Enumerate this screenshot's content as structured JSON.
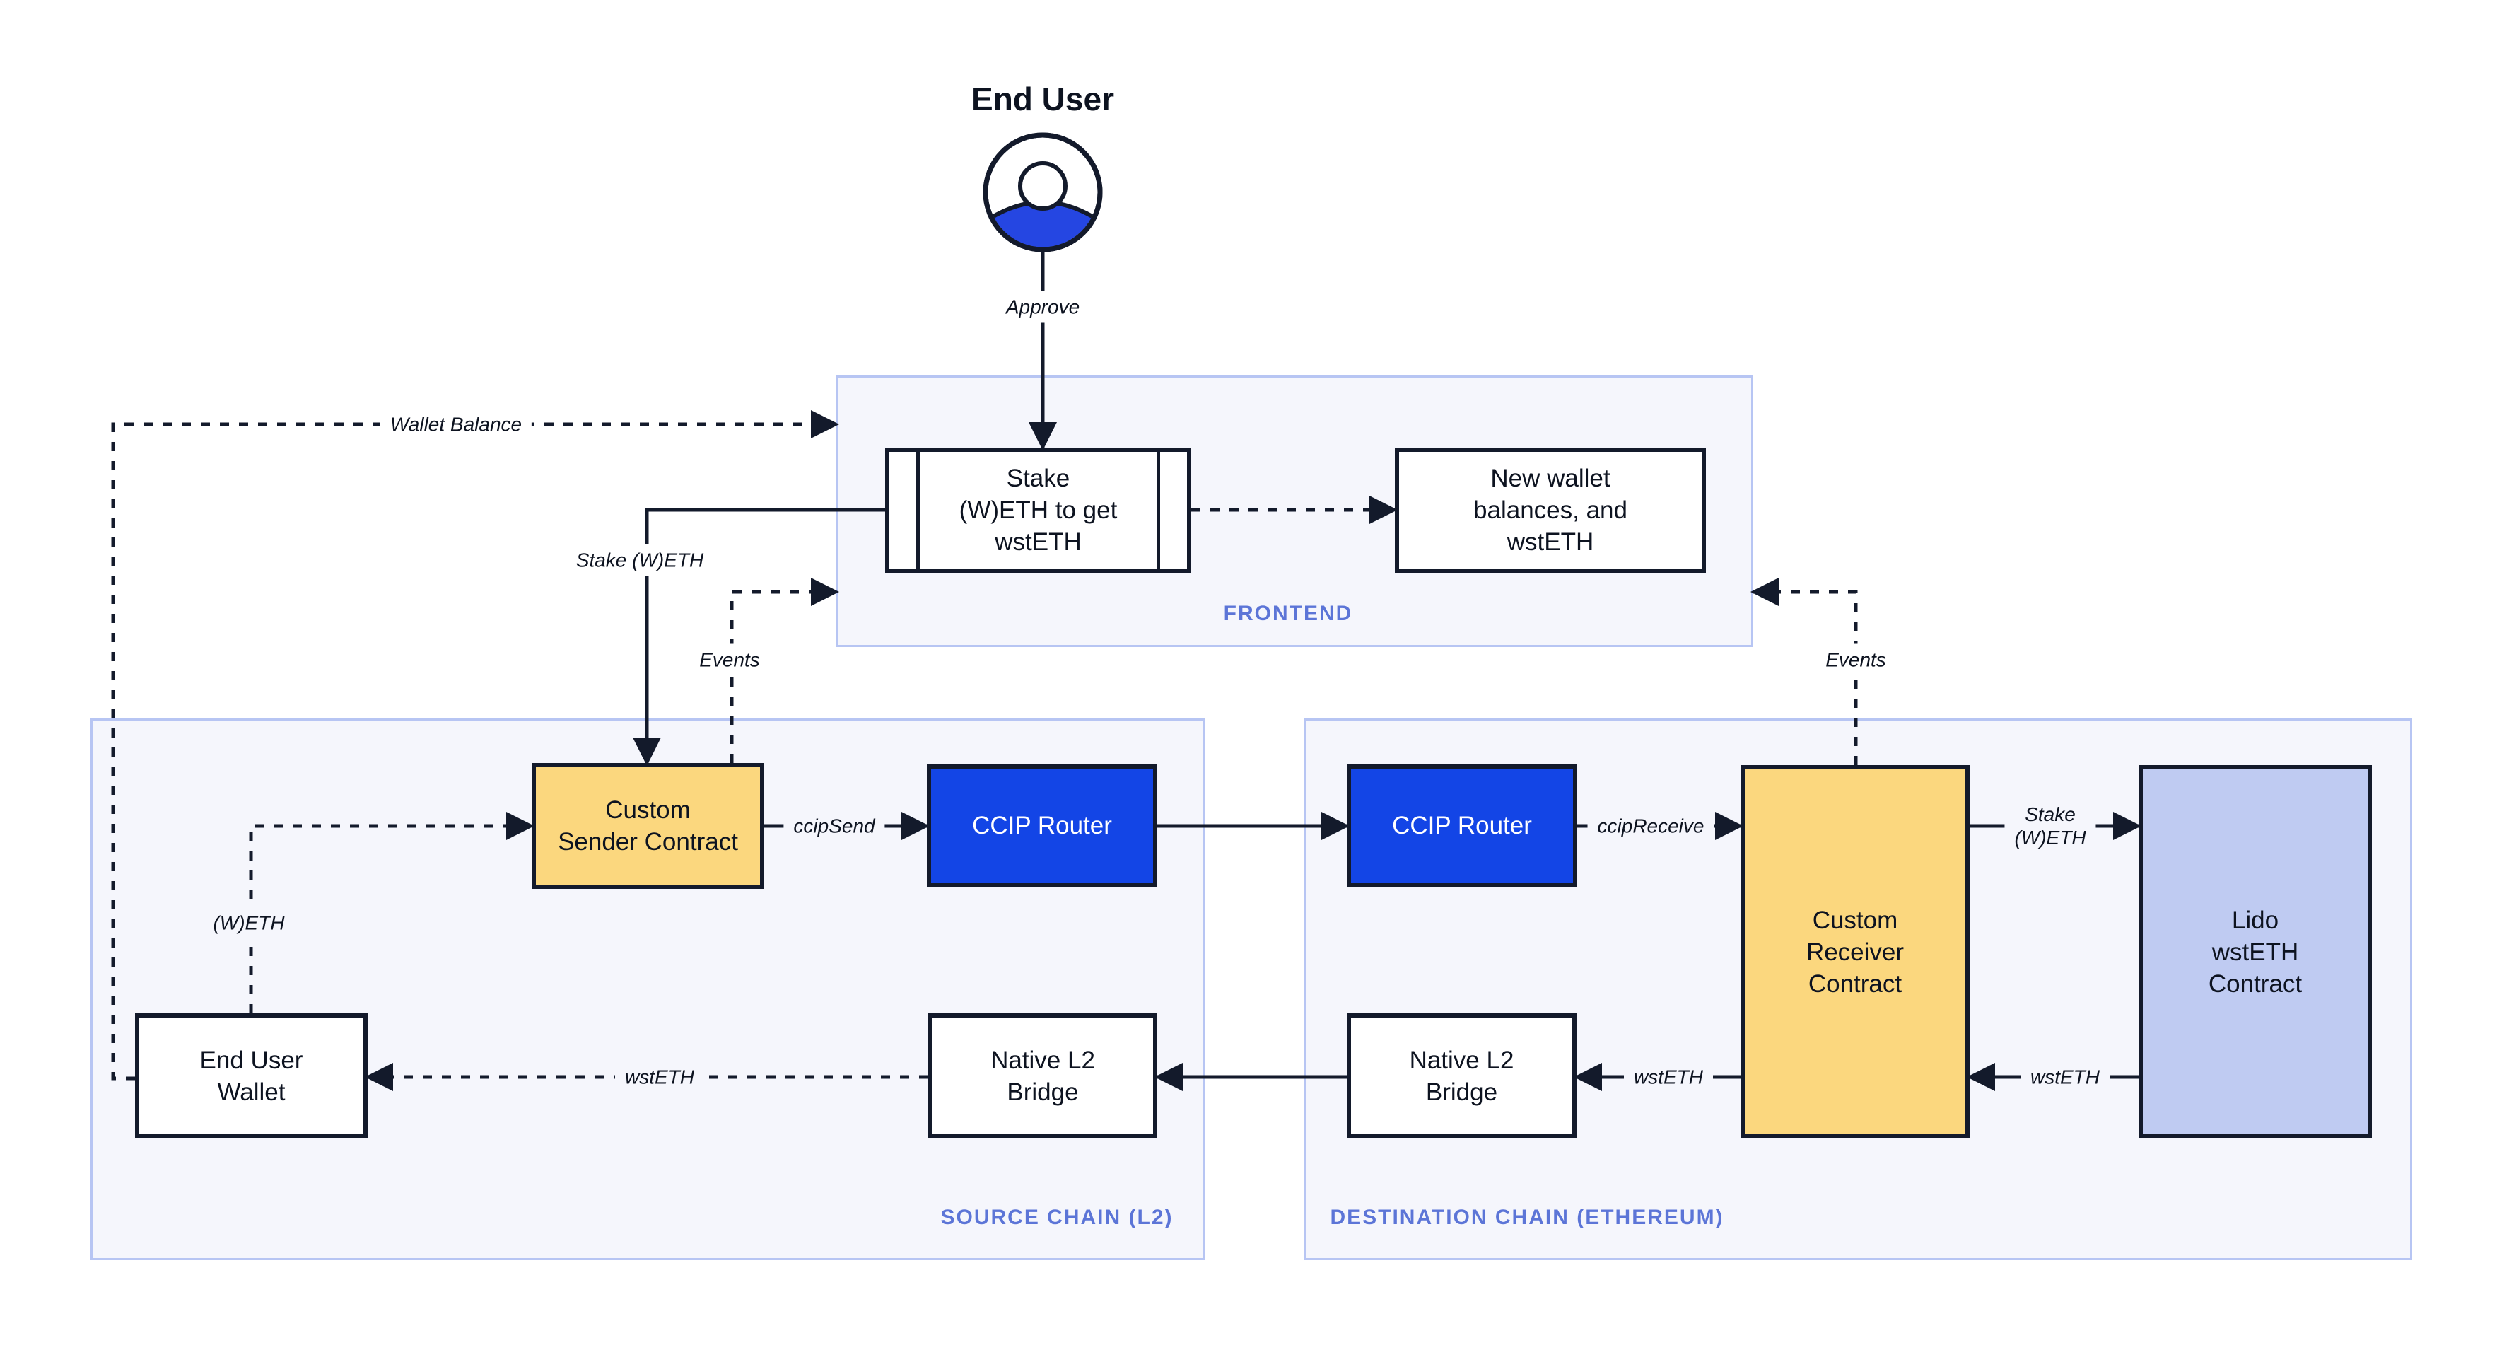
{
  "end_user": {
    "title": "End User"
  },
  "containers": {
    "frontend": {
      "label": "FRONTEND"
    },
    "source": {
      "label": "SOURCE CHAIN (L2)"
    },
    "destination": {
      "label": "DESTINATION CHAIN (ETHEREUM)"
    }
  },
  "nodes": {
    "stake_box": {
      "label": "Stake\n(W)ETH to get\nwstETH"
    },
    "new_wallet": {
      "label": "New wallet\nbalances, and\nwstETH"
    },
    "custom_sender": {
      "label": "Custom\nSender Contract"
    },
    "ccip_router_source": {
      "label": "CCIP Router"
    },
    "ccip_router_destination": {
      "label": "CCIP Router"
    },
    "custom_receiver": {
      "label": "Custom\nReceiver\nContract"
    },
    "lido_contract": {
      "label": "Lido\nwstETH\nContract"
    },
    "end_user_wallet": {
      "label": "End User\nWallet"
    },
    "native_bridge_source": {
      "label": "Native L2\nBridge"
    },
    "native_bridge_destination": {
      "label": "Native L2\nBridge"
    }
  },
  "edge_labels": {
    "approve": "Approve",
    "wallet_balance": "Wallet Balance",
    "stake_weth": "Stake (W)ETH",
    "events_source": "Events",
    "events_destination": "Events",
    "weth": "(W)ETH",
    "ccip_send": "ccipSend",
    "ccip_receive": "ccipReceive",
    "stake_weth_lido": "Stake\n(W)ETH",
    "wsteth_to_wallet": "wstETH",
    "wsteth_lido_to_receiver": "wstETH",
    "wsteth_receiver_to_bridge": "wstETH"
  },
  "colors": {
    "ink": "#131A2B",
    "contract_yellow": "#FBD77E",
    "router_blue": "#1345E6",
    "lido_lavender": "#BFCBF2",
    "container_fill": "#F5F6FC",
    "container_border": "#B7C5F3",
    "region_label_blue": "#5C75D7",
    "user_icon_blue": "#2546E2"
  }
}
